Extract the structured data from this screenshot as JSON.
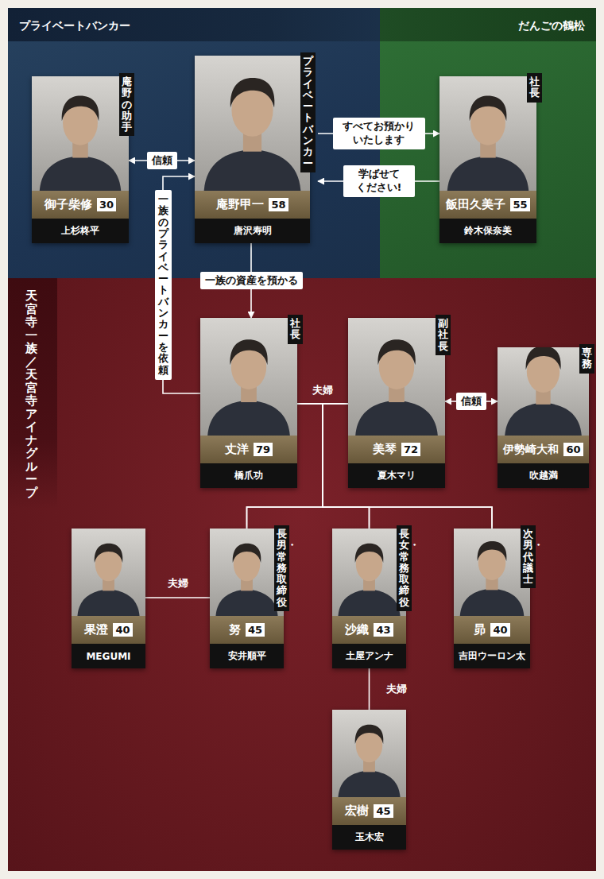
{
  "diagram": {
    "nodes": [
      {
        "text": [
          "プライベートバンカー"
        ]
      },
      {
        "text": [
          "庵野の助手",
          "御子柴修",
          "30",
          "上杉柊平"
        ],
        "in": 0
      },
      {
        "text": [
          "プライベートバンカー",
          "庵野甲一",
          "58",
          "唐沢寿明"
        ],
        "in": 0
      },
      {
        "text": [
          "だんごの鶴松"
        ]
      },
      {
        "text": [
          "社長",
          "飯田久美子",
          "55",
          "鈴木保奈美"
        ],
        "in": 3
      },
      {
        "text": [
          "天宮寺一族／天宮寺アイナグループ"
        ]
      },
      {
        "text": [
          "社長",
          "丈洋",
          "79",
          "橋爪功"
        ],
        "in": 5
      },
      {
        "text": [
          "副社長",
          "美琴",
          "72",
          "夏木マリ"
        ],
        "in": 5
      },
      {
        "text": [
          "専務",
          "伊勢崎大和",
          "60",
          "吹越満"
        ],
        "in": 5
      },
      {
        "text": [
          "果澄",
          "40",
          "MEGUMI"
        ],
        "in": 5
      },
      {
        "text": [
          "長男・常務取締役",
          "努",
          "45",
          "安井順平"
        ],
        "in": 5
      },
      {
        "text": [
          "長女・常務取締役",
          "沙織",
          "43",
          "土屋アンナ"
        ],
        "in": 5
      },
      {
        "text": [
          "次男・代議士",
          "昴",
          "40",
          "吉田ウーロン太"
        ],
        "in": 5
      },
      {
        "text": [
          "宏樹",
          "45",
          "玉木宏"
        ],
        "in": 5
      }
    ],
    "edges": [
      {
        "from": 1,
        "to": 2,
        "label": "信頼",
        "arrow": "both"
      },
      {
        "from": 2,
        "to": 4,
        "label": "すべてお預かり いたします",
        "arrow": "to"
      },
      {
        "from": 4,
        "to": 2,
        "label": "学ばせて ください!",
        "arrow": "to"
      },
      {
        "from": 2,
        "to": 6,
        "label": "一族の資産を預かる",
        "arrow": "to"
      },
      {
        "from": 6,
        "to": 2,
        "label": "一族のプライベートバンカーを依頼",
        "arrow": "to"
      },
      {
        "from": 6,
        "to": 7,
        "label": "夫婦",
        "arrow": "none"
      },
      {
        "from": 7,
        "to": 8,
        "label": "信頼",
        "arrow": "both"
      },
      {
        "from": 6,
        "to": 10,
        "arrow": "none"
      },
      {
        "from": 6,
        "to": 11,
        "arrow": "none"
      },
      {
        "from": 6,
        "to": 12,
        "arrow": "none"
      },
      {
        "from": 7,
        "to": 10,
        "arrow": "none"
      },
      {
        "from": 7,
        "to": 11,
        "arrow": "none"
      },
      {
        "from": 7,
        "to": 12,
        "arrow": "none"
      },
      {
        "from": 9,
        "to": 10,
        "label": "夫婦",
        "arrow": "none"
      },
      {
        "from": 11,
        "to": 13,
        "label": "夫婦",
        "arrow": "none"
      }
    ]
  }
}
